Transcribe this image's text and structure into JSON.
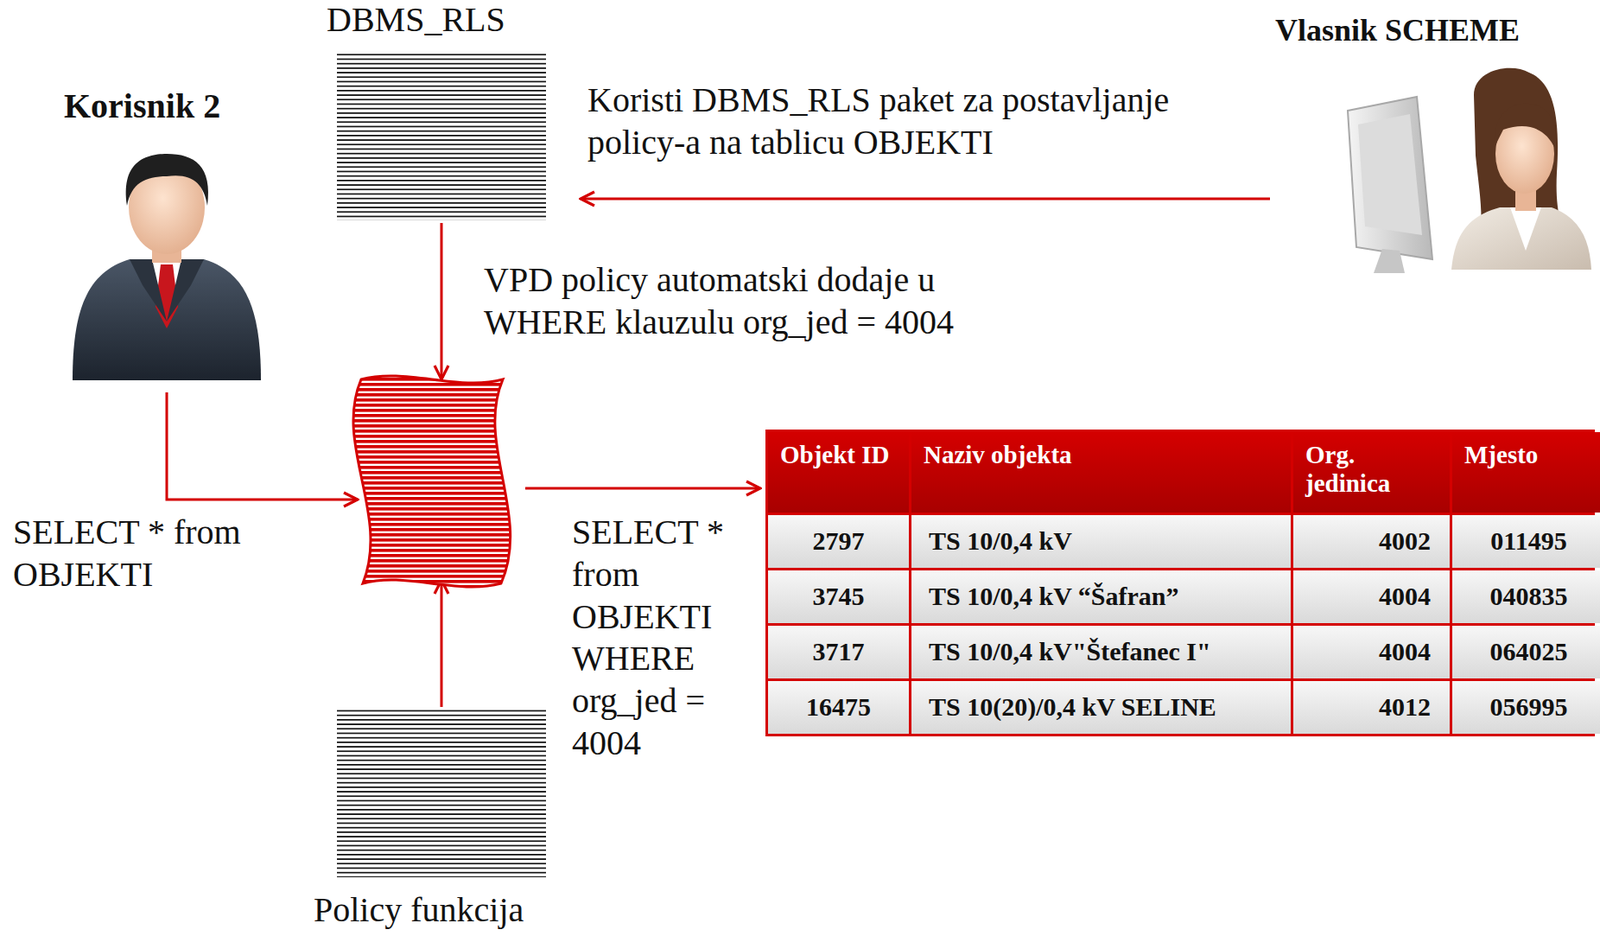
{
  "diagram": {
    "nodes": [
      {
        "text": [
          "DBMS_RLS"
        ]
      },
      {
        "text": [
          "Vlasnik SCHEME"
        ]
      },
      {
        "text": [
          "Korisnik 2"
        ]
      },
      {
        "text": []
      },
      {
        "text": [
          "Objekt ID",
          "Naziv objekta",
          "Org. jedinica",
          "Mjesto",
          "2797",
          "TS 10/0,4 kV",
          "4002",
          "011495",
          "3745",
          "TS 10/0,4 kV “Šafran”",
          "4004",
          "040835",
          "3717",
          "TS 10/0,4 kV\"Štefanec I\"",
          "4004",
          "064025",
          "16475",
          "TS 10(20)/0,4 kV SELINE",
          "4012",
          "056995"
        ]
      },
      {
        "text": [
          "Policy funkcija"
        ]
      }
    ],
    "edges": [
      {
        "from": 1,
        "to": 0,
        "arrow": "to",
        "label": "Koristi DBMS_RLS paket za postavljanje policy-a na tablicu OBJEKTI"
      },
      {
        "from": 0,
        "to": 3,
        "arrow": "to",
        "label": "VPD policy automatski dodaje u WHERE klauzulu org_jed = 4004"
      },
      {
        "from": 2,
        "to": 3,
        "arrow": "to",
        "label": "SELECT * from OBJEKTI"
      },
      {
        "from": 3,
        "to": 4,
        "arrow": "to",
        "label": "SELECT * from OBJEKTI WHERE org_jed = 4004"
      },
      {
        "from": 5,
        "to": 3,
        "arrow": "to"
      }
    ]
  }
}
